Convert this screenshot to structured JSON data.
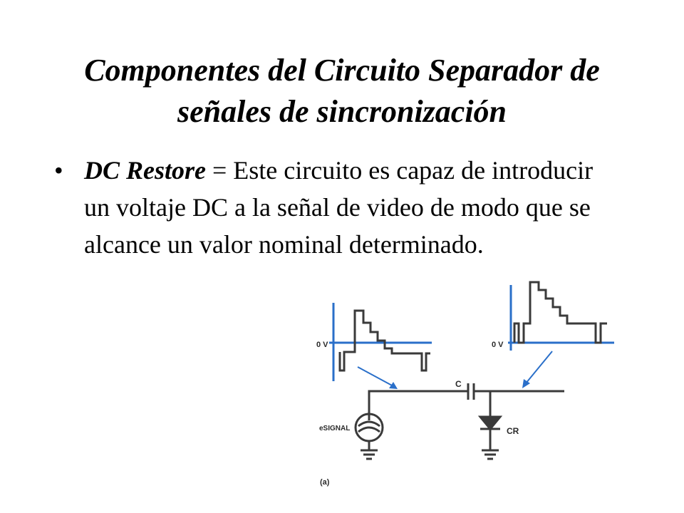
{
  "slide": {
    "title_line1": "Componentes del Circuito Separador de",
    "title_line2": "señales de sincronización",
    "bullet_symbol": "•",
    "bullet_term": "DC Restore",
    "bullet_text": " = Este circuito es capaz de introducir un voltaje DC a la señal de video de modo que se alcance un valor nominal determinado."
  },
  "diagram": {
    "left_zero_label": "0 V",
    "right_zero_label": "0 V",
    "capacitor_label": "C",
    "signal_label": "eSIGNAL",
    "diode_label": "CR",
    "figure_label": "(a)",
    "colors": {
      "axis_blue": "#2a6fc9",
      "ink": "#3a3a3a"
    }
  }
}
